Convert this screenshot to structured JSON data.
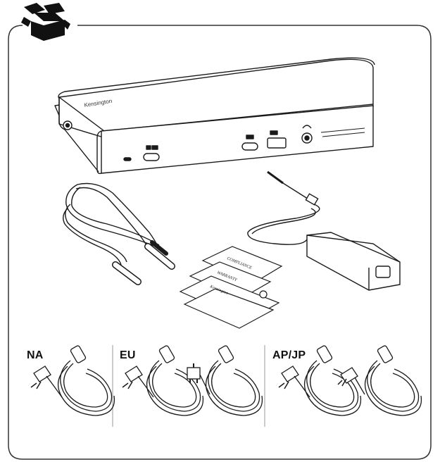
{
  "dock": {
    "brand": "Kensington"
  },
  "documents": {
    "compliance": "COMPLIANCE",
    "warranty": "WARRANTY",
    "guide_brand": "Kensington"
  },
  "regions": [
    {
      "label": "NA"
    },
    {
      "label": "EU"
    },
    {
      "label": "AP/JP"
    }
  ],
  "colors": {
    "line": "#1a1a1a",
    "fill": "#ffffff",
    "frame": "#333333"
  }
}
